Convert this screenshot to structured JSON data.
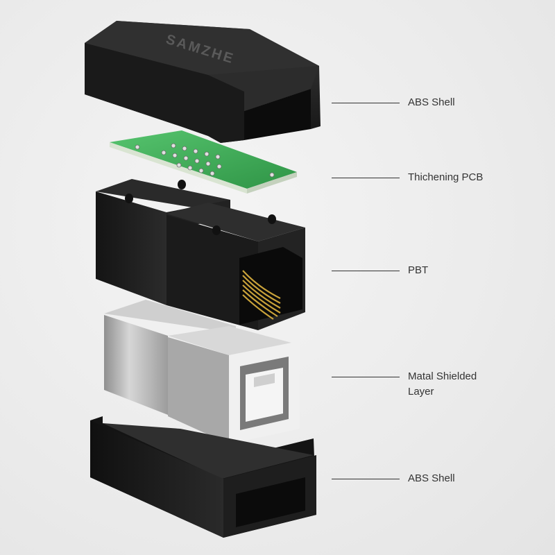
{
  "brand": "SAMZHE",
  "labels": {
    "top_shell": "ABS Shell",
    "pcb": "Thichening PCB",
    "pbt": "PBT",
    "shield_line1": "Matal Shielded",
    "shield_line2": "Layer",
    "bottom_shell": "ABS Shell"
  },
  "colors": {
    "background": "#ededed",
    "shell": "#1b1b1b",
    "pcb": "#3fae5a",
    "metal": "#b9b9b9",
    "contacts": "#c9a23a"
  }
}
